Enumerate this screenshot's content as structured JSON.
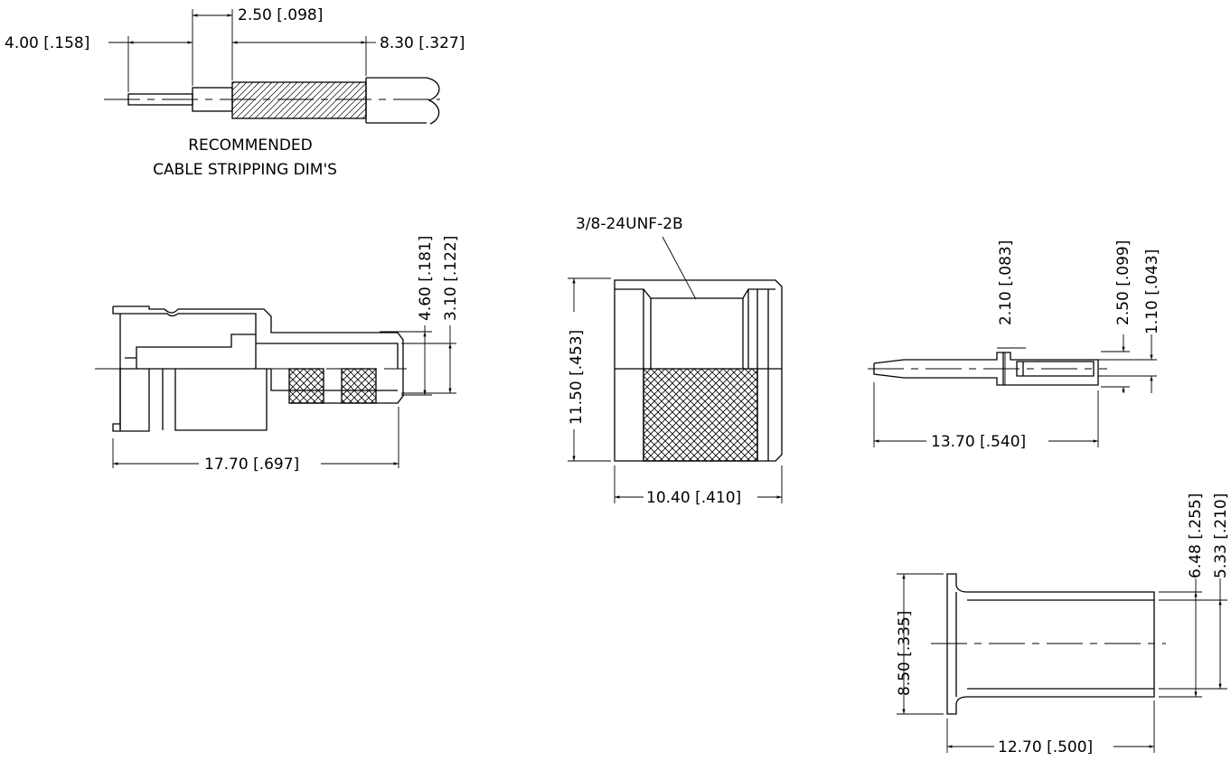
{
  "cable_strip": {
    "dim_pin": "4.00 [.158]",
    "dim_dielectric": "2.50 [.098]",
    "dim_braid": "8.30 [.327]",
    "caption_line1": "RECOMMENDED",
    "caption_line2": "CABLE STRIPPING DIM'S"
  },
  "connector_side": {
    "dim_length": "17.70 [.697]",
    "dim_outer": "4.60 [.181]",
    "dim_inner": "3.10 [.122]"
  },
  "connector_front": {
    "thread_label": "3/8-24UNF-2B",
    "dim_height": "11.50 [.453]",
    "dim_width": "10.40 [.410]"
  },
  "contact_pin": {
    "dim_length": "13.70 [.540]",
    "dim_shoulder": "2.10 [.083]",
    "dim_outer": "2.50 [.099]",
    "dim_inner": "1.10 [.043]"
  },
  "ferrule": {
    "dim_flange": "8.50 [.335]",
    "dim_outer": "6.48 [.255]",
    "dim_inner": "5.33 [.210]",
    "dim_length": "12.70 [.500]"
  }
}
